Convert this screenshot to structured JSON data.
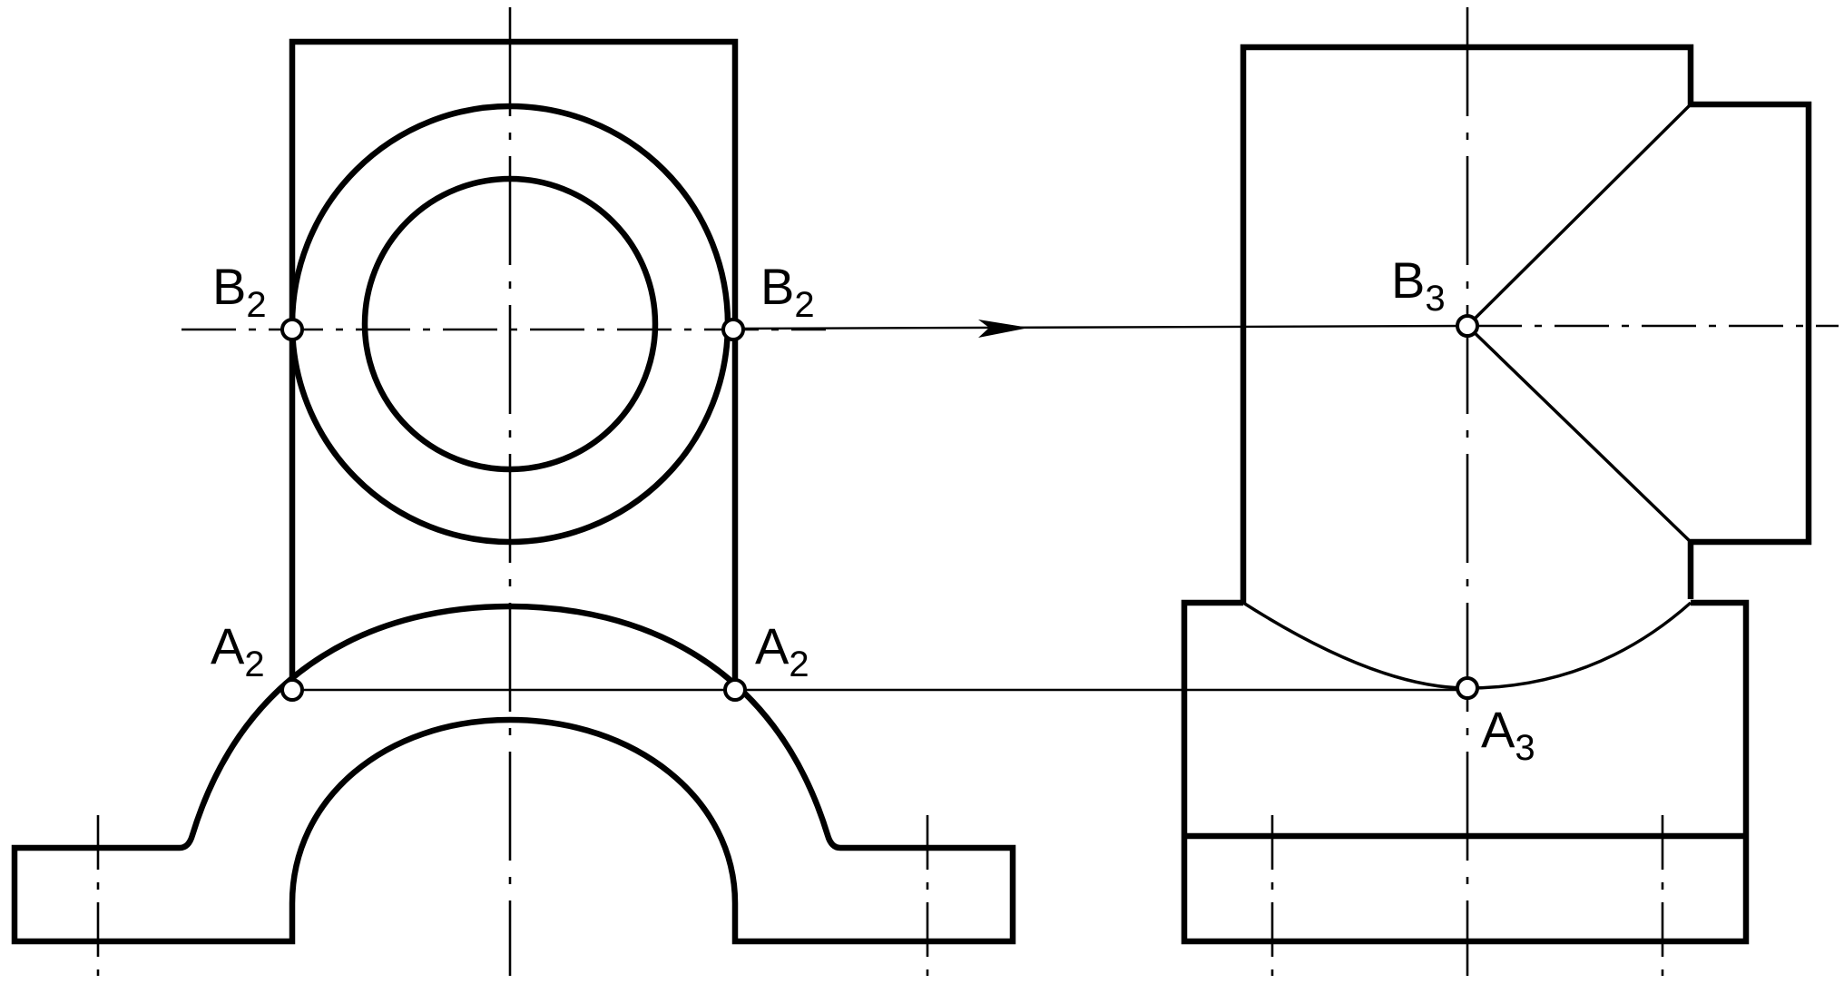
{
  "labels": {
    "b2": {
      "letter": "B",
      "index": "2"
    },
    "a2": {
      "letter": "A",
      "index": "2"
    },
    "b3": {
      "letter": "B",
      "index": "3"
    },
    "a3": {
      "letter": "A",
      "index": "3"
    }
  },
  "colors": {
    "line": "#000000",
    "background": "#ffffff",
    "point_fill": "#ffffff"
  }
}
